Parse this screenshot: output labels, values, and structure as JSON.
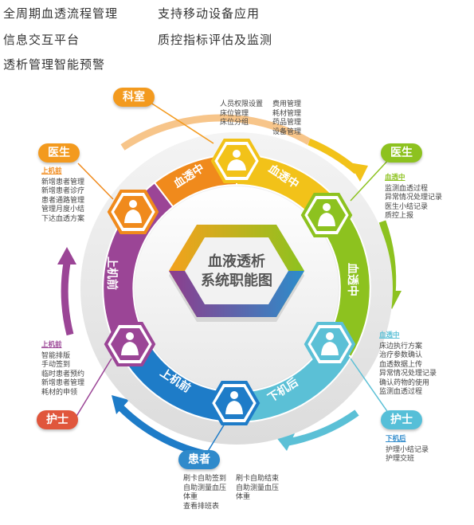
{
  "features": [
    "全周期血透流程管理",
    "支持移动设备应用",
    "信息交互平台",
    "质控指标评估及监测",
    "透析管理智能预警"
  ],
  "center": {
    "line1": "血液透析",
    "line2": "系统职能图"
  },
  "segments": {
    "top_left": "血透中",
    "top_right": "血透中",
    "right": "血透中",
    "bottom_right": "下机后",
    "bottom_left": "上机前",
    "left": "上机前"
  },
  "roles": {
    "dept": "科室",
    "doctor_left": "医生",
    "doctor_right": "医生",
    "nurse_left": "护士",
    "nurse_right": "护士",
    "patient": "患者"
  },
  "dept_lists": {
    "col1": [
      "人员权限设置",
      "床位管理",
      "床位分组"
    ],
    "col2": [
      "费用管理",
      "耗材管理",
      "药品管理",
      "设备管理"
    ]
  },
  "doctor_left_list": {
    "head": "上机前",
    "items": [
      "新增患者管理",
      "新增患者诊疗",
      "患者通路管理",
      "管理月度小结",
      "下达血透方案"
    ]
  },
  "doctor_right_list": {
    "head": "血透中",
    "items": [
      "监测血透过程",
      "异常情况处理记录",
      "医生小结记录",
      "质控上报"
    ]
  },
  "nurse_left_list": {
    "head": "上机前",
    "items": [
      "智能排版",
      "手动签到",
      "临时患者预约",
      "新增患者管理",
      "耗材的申领"
    ]
  },
  "nurse_right_top_list": {
    "head": "血透中",
    "items": [
      "床边执行方案",
      "治疗参数确认",
      "血透数据上传",
      "异常情况处理记录",
      "确认药物的使用",
      "监测血透过程"
    ]
  },
  "nurse_right_bottom_list": {
    "head": "下机后",
    "items": [
      "护理小结记录",
      "护理交班"
    ]
  },
  "patient_list": {
    "col1": [
      "刷卡自助签到",
      "自助测量血压",
      "体重",
      "查看排班表"
    ],
    "col2": [
      "刷卡自助结束",
      "自助测量血压",
      "体重"
    ]
  },
  "colors": {
    "orange": "#F08A1C",
    "yellow": "#F2C219",
    "green": "#8DC21F",
    "cyan": "#5BC0D6",
    "blue": "#1E7CC8",
    "purple": "#9B4596",
    "pill_orange": "#F39A1E",
    "pill_green": "#8DC21F",
    "pill_cyan": "#56BFD8",
    "pill_red": "#E0563C",
    "pill_blue": "#2F8ACB"
  },
  "icons": {
    "dept": "admin-person-icon",
    "doctor_left": "doctor-icon",
    "doctor_right": "doctor-icon",
    "nurse_left": "nurse-icon",
    "nurse_right": "nurse-icon",
    "patient": "patient-icon"
  }
}
